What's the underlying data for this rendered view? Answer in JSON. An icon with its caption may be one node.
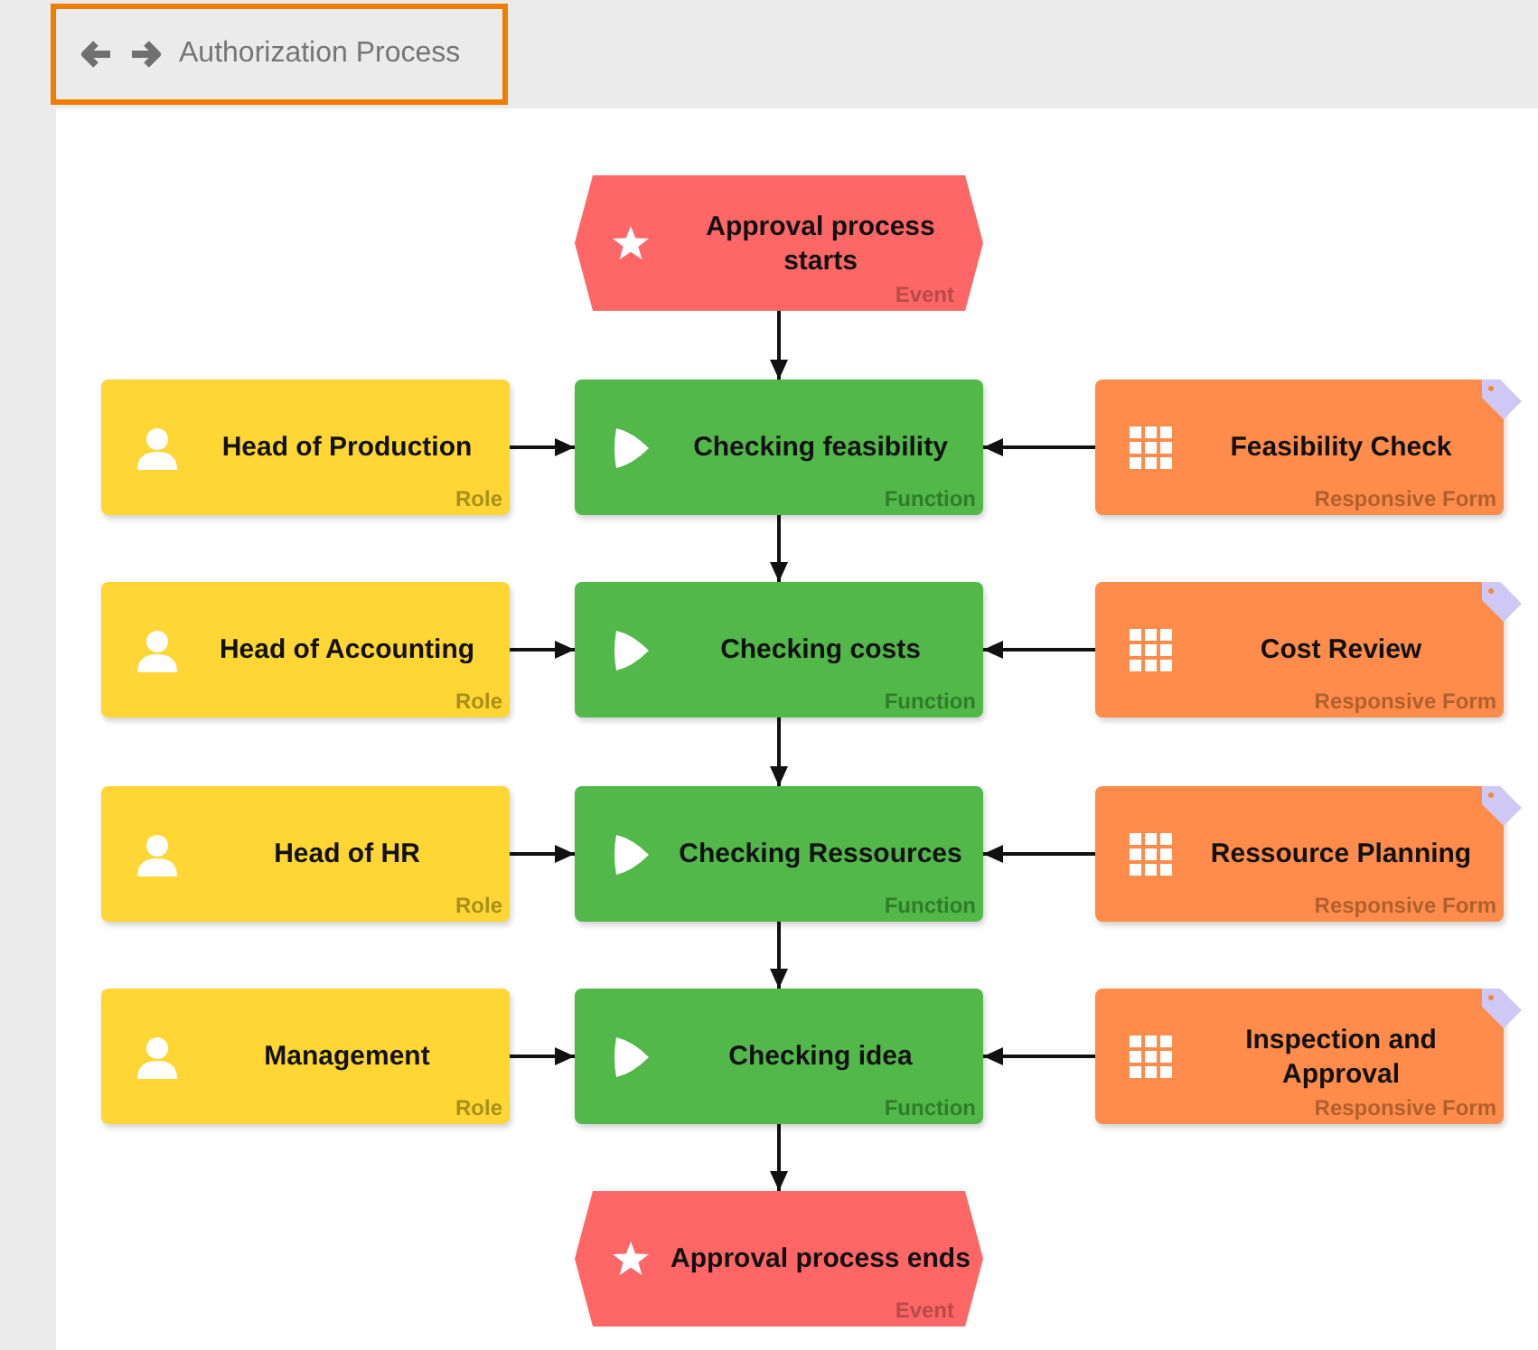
{
  "diagram": {
    "title": "Authorization Process",
    "nodes": [
      {
        "text": [
          "Approval process starts",
          "Event"
        ]
      },
      {
        "text": [
          "Head of Production",
          "Role"
        ]
      },
      {
        "text": [
          "Checking feasibility",
          "Function"
        ]
      },
      {
        "text": [
          "Feasibility Check",
          "Responsive Form"
        ]
      },
      {
        "text": [
          "Head of Accounting",
          "Role"
        ]
      },
      {
        "text": [
          "Checking costs",
          "Function"
        ]
      },
      {
        "text": [
          "Cost Review",
          "Responsive Form"
        ]
      },
      {
        "text": [
          "Head of HR",
          "Role"
        ]
      },
      {
        "text": [
          "Checking Ressources",
          "Function"
        ]
      },
      {
        "text": [
          "Ressource Planning",
          "Responsive Form"
        ]
      },
      {
        "text": [
          "Management",
          "Role"
        ]
      },
      {
        "text": [
          "Checking idea",
          "Function"
        ]
      },
      {
        "text": [
          "Inspection and Approval",
          "Responsive Form"
        ]
      },
      {
        "text": [
          "Approval process ends",
          "Event"
        ]
      }
    ],
    "edges": [
      {
        "from": 0,
        "to": 2,
        "arrow": "to"
      },
      {
        "from": 1,
        "to": 2,
        "arrow": "to"
      },
      {
        "from": 3,
        "to": 2,
        "arrow": "to"
      },
      {
        "from": 2,
        "to": 5,
        "arrow": "to"
      },
      {
        "from": 4,
        "to": 5,
        "arrow": "to"
      },
      {
        "from": 6,
        "to": 5,
        "arrow": "to"
      },
      {
        "from": 5,
        "to": 8,
        "arrow": "to"
      },
      {
        "from": 7,
        "to": 8,
        "arrow": "to"
      },
      {
        "from": 9,
        "to": 8,
        "arrow": "to"
      },
      {
        "from": 8,
        "to": 11,
        "arrow": "to"
      },
      {
        "from": 10,
        "to": 11,
        "arrow": "to"
      },
      {
        "from": 12,
        "to": 11,
        "arrow": "to"
      },
      {
        "from": 11,
        "to": 13,
        "arrow": "to"
      }
    ]
  }
}
